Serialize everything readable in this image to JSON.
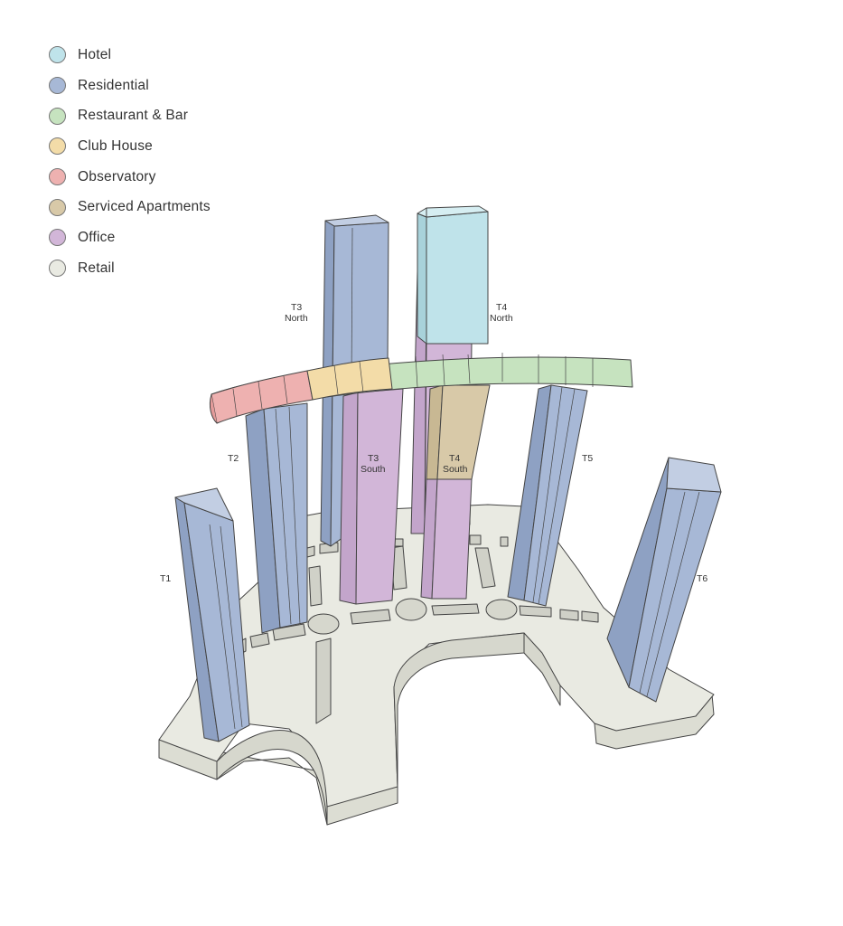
{
  "legend": [
    {
      "label": "Hotel",
      "color": "#bfe3ea"
    },
    {
      "label": "Residential",
      "color": "#a7b8d6"
    },
    {
      "label": "Restaurant & Bar",
      "color": "#c6e3bf"
    },
    {
      "label": "Club House",
      "color": "#f3dca8"
    },
    {
      "label": "Observatory",
      "color": "#eeb1b0"
    },
    {
      "label": "Serviced Apartments",
      "color": "#d8c9a8"
    },
    {
      "label": "Office",
      "color": "#d2b6d8"
    },
    {
      "label": "Retail",
      "color": "#e9eae2"
    }
  ],
  "towers": {
    "t1": "T1",
    "t2": "T2",
    "t3n": [
      "T3",
      "North"
    ],
    "t3s": [
      "T3",
      "South"
    ],
    "t4n": [
      "T4",
      "North"
    ],
    "t4s": [
      "T4",
      "South"
    ],
    "t5": "T5",
    "t6": "T6"
  }
}
